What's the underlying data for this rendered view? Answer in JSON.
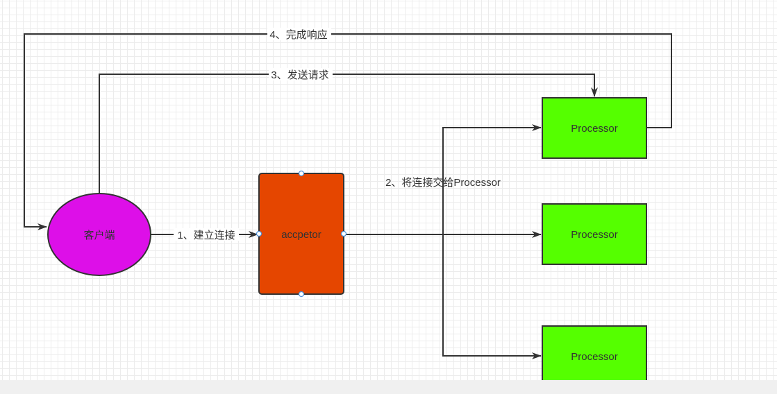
{
  "diagram": {
    "colors": {
      "client_fill": "#dd0fe8",
      "acceptor_fill": "#e54600",
      "processor_fill": "#55ff00",
      "stroke": "#333333",
      "edge": "#333333",
      "handle": "#4a90d9"
    },
    "nodes": {
      "client": {
        "label": "客户端"
      },
      "acceptor": {
        "label": "accpetor"
      },
      "processor_1": {
        "label": "Processor"
      },
      "processor_2": {
        "label": "Processor"
      },
      "processor_3": {
        "label": "Processor"
      }
    },
    "edges": {
      "establish": {
        "label": "1、建立连接"
      },
      "handoff": {
        "label": "2、将连接交给Processor"
      },
      "send_request": {
        "label": "3、发送请求"
      },
      "complete_response": {
        "label": "4、完成响应"
      }
    }
  }
}
